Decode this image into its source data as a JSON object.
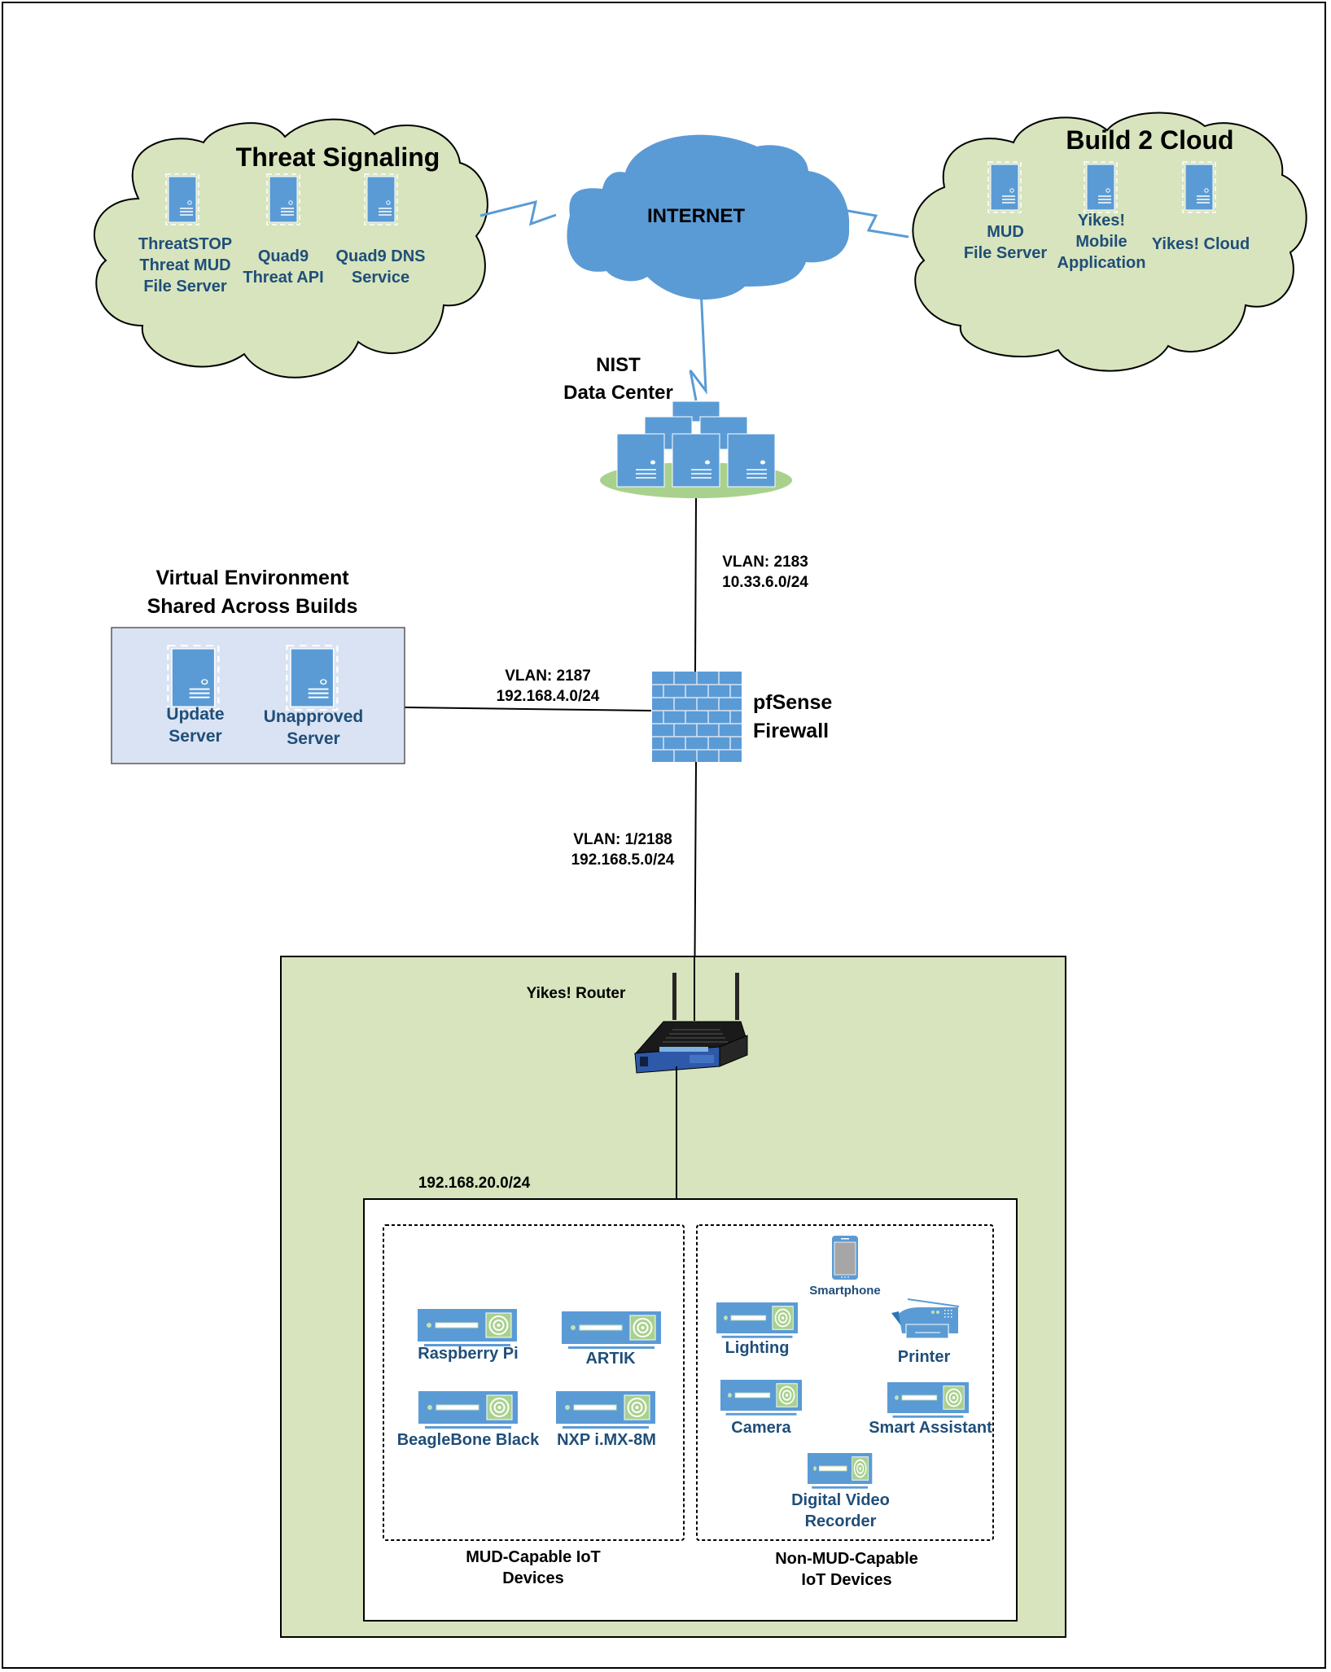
{
  "internet": {
    "label": "INTERNET"
  },
  "threat_signaling": {
    "title": "Threat Signaling",
    "servers": [
      {
        "label_lines": [
          "ThreatSTOP",
          "Threat MUD",
          "File Server"
        ]
      },
      {
        "label_lines": [
          "Quad9",
          "Threat API"
        ]
      },
      {
        "label_lines": [
          "Quad9 DNS",
          "Service"
        ]
      }
    ]
  },
  "build2_cloud": {
    "title": "Build 2 Cloud",
    "servers": [
      {
        "label_lines": [
          "MUD",
          "File Server"
        ]
      },
      {
        "label_lines": [
          "Yikes!",
          "Mobile",
          "Application"
        ]
      },
      {
        "label_lines": [
          "Yikes! Cloud"
        ]
      }
    ]
  },
  "data_center": {
    "title_lines": [
      "NIST",
      "Data Center"
    ]
  },
  "links": {
    "dc_to_firewall": {
      "vlan": "VLAN: 2183",
      "subnet": "10.33.6.0/24"
    },
    "virtual_to_firewall": {
      "vlan": "VLAN: 2187",
      "subnet": "192.168.4.0/24"
    },
    "firewall_to_router": {
      "vlan": "VLAN: 1/2188",
      "subnet": "192.168.5.0/24"
    }
  },
  "virtual_env": {
    "title_lines": [
      "Virtual Environment",
      "Shared Across Builds"
    ],
    "servers": [
      {
        "label_lines": [
          "Update",
          "Server"
        ]
      },
      {
        "label_lines": [
          "Unapproved",
          "Server"
        ]
      }
    ]
  },
  "firewall": {
    "label_lines": [
      "pfSense",
      "Firewall"
    ]
  },
  "router": {
    "label": "Yikes! Router",
    "subnet": "192.168.20.0/24"
  },
  "mud_capable": {
    "caption_lines": [
      "MUD-Capable IoT",
      "Devices"
    ],
    "devices": [
      "Raspberry Pi",
      "ARTIK",
      "BeagleBone Black",
      "NXP i.MX-8M"
    ]
  },
  "non_mud_capable": {
    "caption_lines": [
      "Non-MUD-Capable",
      "IoT Devices"
    ],
    "devices": {
      "smartphone": "Smartphone",
      "lighting": "Lighting",
      "printer": "Printer",
      "camera": "Camera",
      "smart_assistant": "Smart Assistant",
      "dvr_lines": [
        "Digital Video",
        "Recorder"
      ]
    }
  },
  "colors": {
    "cloud_green": "#d7e4bd",
    "internet_blue": "#5b9bd5",
    "device_blue": "#5b9bd5",
    "label_blue": "#1f4e79",
    "virtual_env_bg": "#dae3f3",
    "platform_green": "#a9d18e"
  }
}
